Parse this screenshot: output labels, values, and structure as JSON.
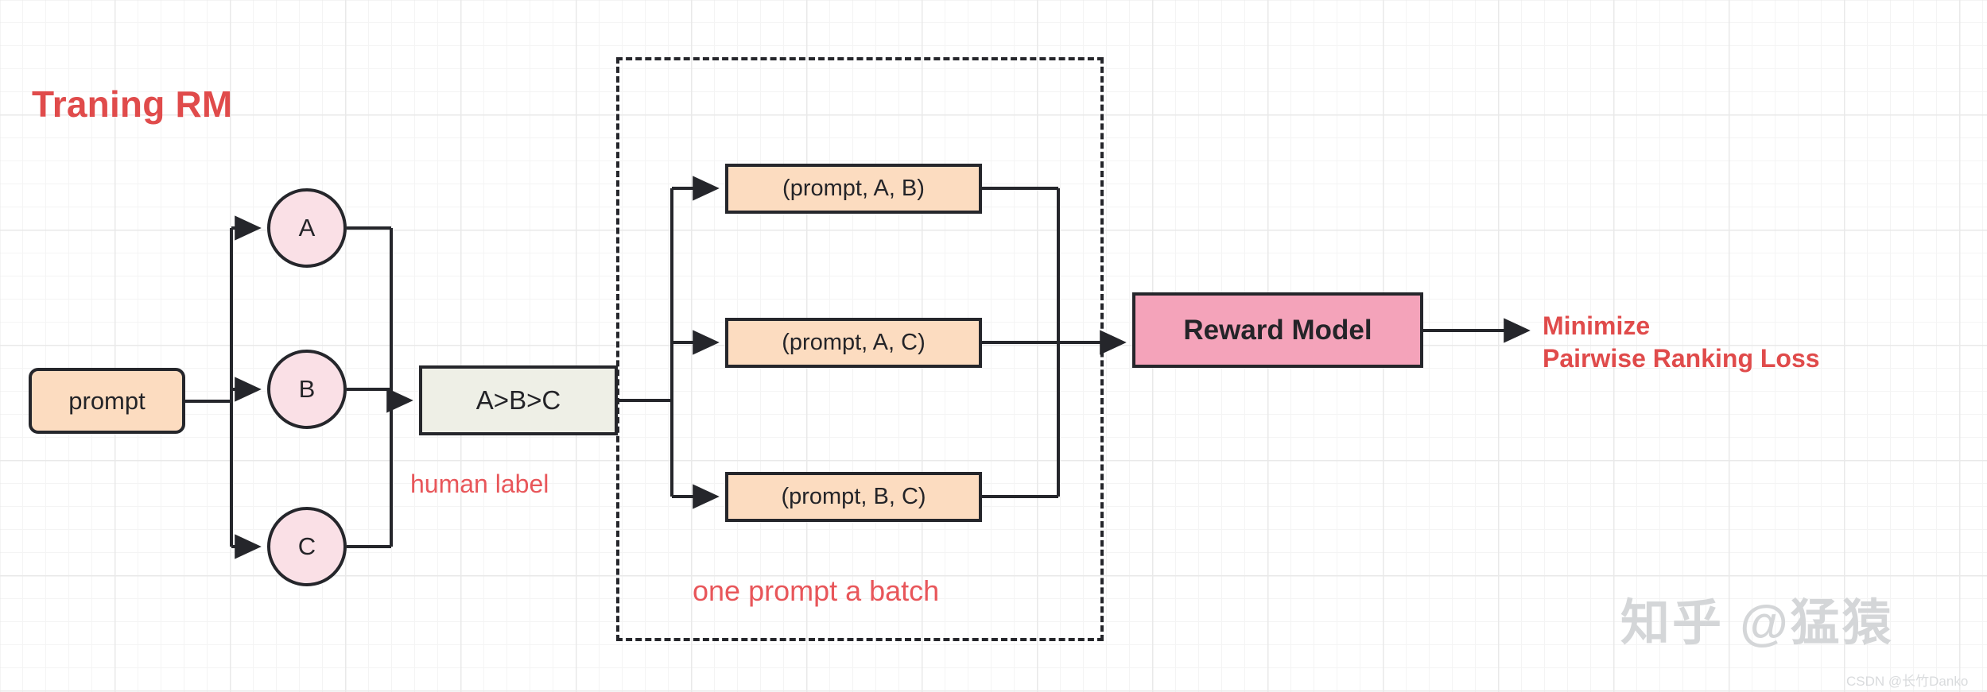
{
  "diagram": {
    "title": "Traning RM",
    "title_color": "#e04b4b",
    "background": "#ffffff"
  },
  "nodes": {
    "prompt": {
      "label": "prompt",
      "fill": "#fcdcc0",
      "stroke": "#25262b"
    },
    "answers": [
      {
        "label": "A",
        "fill": "#fae0e6"
      },
      {
        "label": "B",
        "fill": "#fae0e6"
      },
      {
        "label": "C",
        "fill": "#fae0e6"
      }
    ],
    "ranking": {
      "label": "A>B>C",
      "fill": "#eeefe6"
    },
    "pairs": [
      {
        "label": "(prompt, A, B)",
        "fill": "#fcdcc0"
      },
      {
        "label": "(prompt, A, C)",
        "fill": "#fcdcc0"
      },
      {
        "label": "(prompt, B, C)",
        "fill": "#fcdcc0"
      }
    ],
    "reward_model": {
      "label": "Reward Model",
      "fill": "#f4a3ba"
    }
  },
  "annotations": {
    "human_label": "human label",
    "batch_label": "one prompt a batch",
    "loss_line_1": "Minimize",
    "loss_line_2": "Pairwise Ranking Loss",
    "accent_color": "#e8565a"
  },
  "watermarks": {
    "zhihu": "知乎 @猛猿",
    "csdn": "CSDN @长竹Danko"
  }
}
